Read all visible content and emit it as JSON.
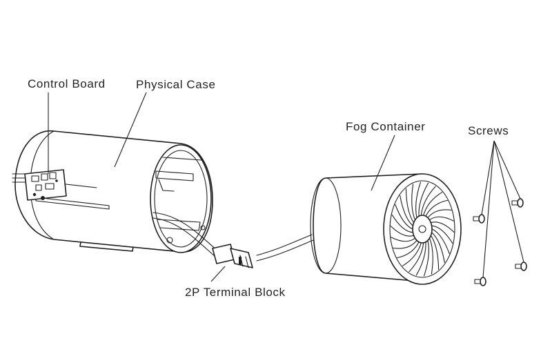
{
  "labels": {
    "control_board": "Control Board",
    "physical_case": "Physical Case",
    "fog_container": "Fog Container",
    "screws": "Screws",
    "terminal_block": "2P  Terminal  Block"
  }
}
